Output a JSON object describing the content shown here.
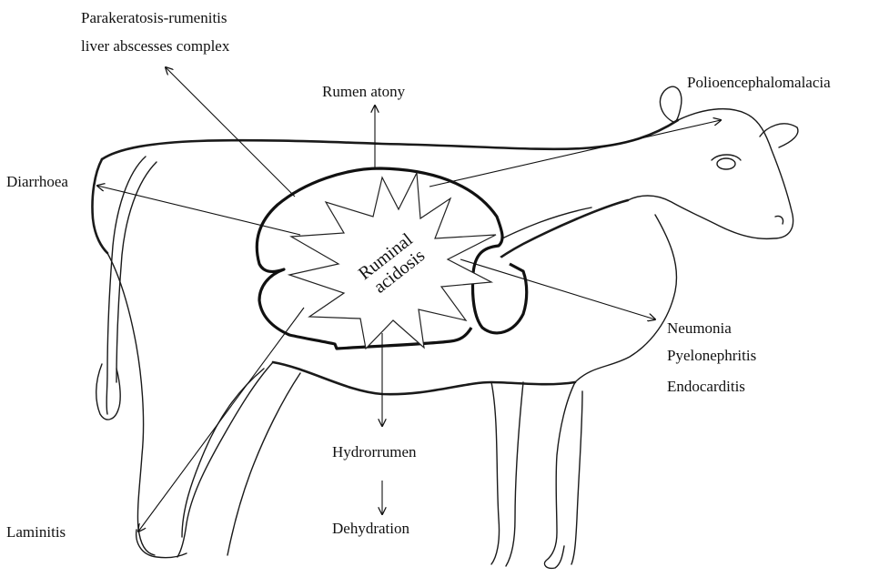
{
  "center": {
    "line1": "Ruminal",
    "line2": "acidosis"
  },
  "labels": {
    "parakeratosis_line1": "Parakeratosis-rumenitis",
    "parakeratosis_line2": "liver abscesses complex",
    "rumen_atony": "Rumen atony",
    "polioencephalomalacia": "Polioencephalomalacia",
    "diarrhoea": "Diarrhoea",
    "neumonia": "Neumonia",
    "pyelonephritis": "Pyelonephritis",
    "endocarditis": "Endocarditis",
    "hydrorrumen": "Hydrorrumen",
    "dehydration": "Dehydration",
    "laminitis": "Laminitis"
  }
}
